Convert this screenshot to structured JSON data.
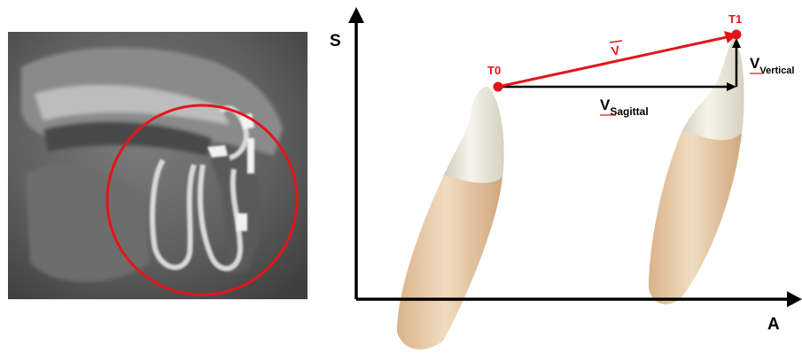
{
  "xray": {
    "highlight_color": "#e3151a"
  },
  "diagram": {
    "y_axis_label": "S",
    "x_axis_label": "A",
    "start_point_label": "T0",
    "end_point_label": "T1",
    "vector_label": "V",
    "sagittal_label": {
      "main": "V",
      "sub": "Sagittal"
    },
    "vertical_label": {
      "main": "V",
      "sub": "Vertical"
    },
    "colors": {
      "axis": "#000000",
      "vector": "#e3151a",
      "component_arrows": "#000000",
      "crown": "#ece9dc",
      "root": "#e6c9a6"
    }
  }
}
